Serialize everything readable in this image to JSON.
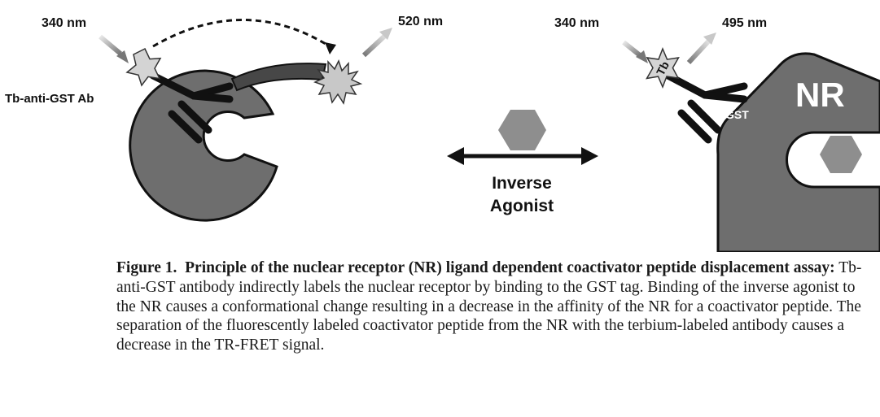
{
  "labels": {
    "excitation_left": "340 nm",
    "emission_left": "520 nm",
    "excitation_right": "340 nm",
    "emission_right": "495 nm",
    "antibody": "Tb-anti-GST Ab",
    "tb_tag": "Tb",
    "gst_tag": "GST",
    "receptor": "NR",
    "center_line1": "Inverse",
    "center_line2": "Agonist"
  },
  "caption": {
    "label": "Figure 1.",
    "title": "Principle of the nuclear receptor (NR) ligand dependent coactivator peptide displacement assay:",
    "body": "Tb-anti-GST antibody indirectly labels the nuclear receptor by binding to the GST tag. Binding of the inverse agonist to the NR causes a conformational change resulting in a decrease in the affinity of the NR for a coactivator peptide. The separation of the fluorescently labeled coactivator peptide from the NR with the terbium-labeled antibody causes a decrease in the TR-FRET signal."
  },
  "colors": {
    "receptor": "#6e6e6e",
    "peptide": "#474747",
    "ligand": "#8e8e8e",
    "star": "#d4d4d4",
    "antibody": "#111111"
  }
}
